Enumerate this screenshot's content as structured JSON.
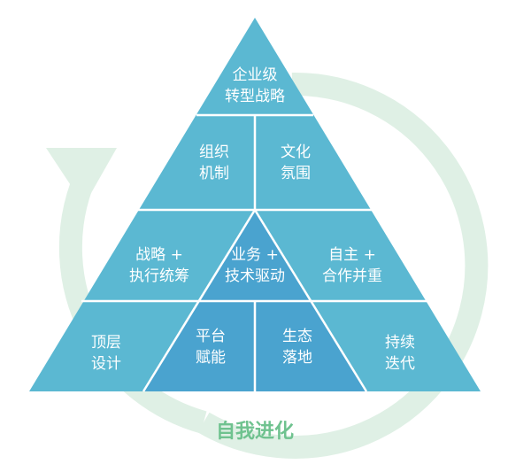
{
  "colors": {
    "cycle": "#dff0e5",
    "light": "#5bb8d2",
    "dark": "#4aa3cf",
    "divider": "#ffffff",
    "caption": "#6fc28f"
  },
  "cycle_label": "自我进化",
  "segments": {
    "top": [
      "企业级",
      "转型战略"
    ],
    "mech": [
      "组织",
      "机制"
    ],
    "culture": [
      "文化",
      "氛围"
    ],
    "strategy": [
      "战略 +",
      "执行统筹"
    ],
    "biztech": [
      "业务 +",
      "技术驱动"
    ],
    "autonomy": [
      "自主 +",
      "合作并重"
    ],
    "design": [
      "顶层",
      "设计"
    ],
    "platform": [
      "平台",
      "赋能"
    ],
    "ecosystem": [
      "生态",
      "落地"
    ],
    "iterate": [
      "持续",
      "迭代"
    ]
  }
}
